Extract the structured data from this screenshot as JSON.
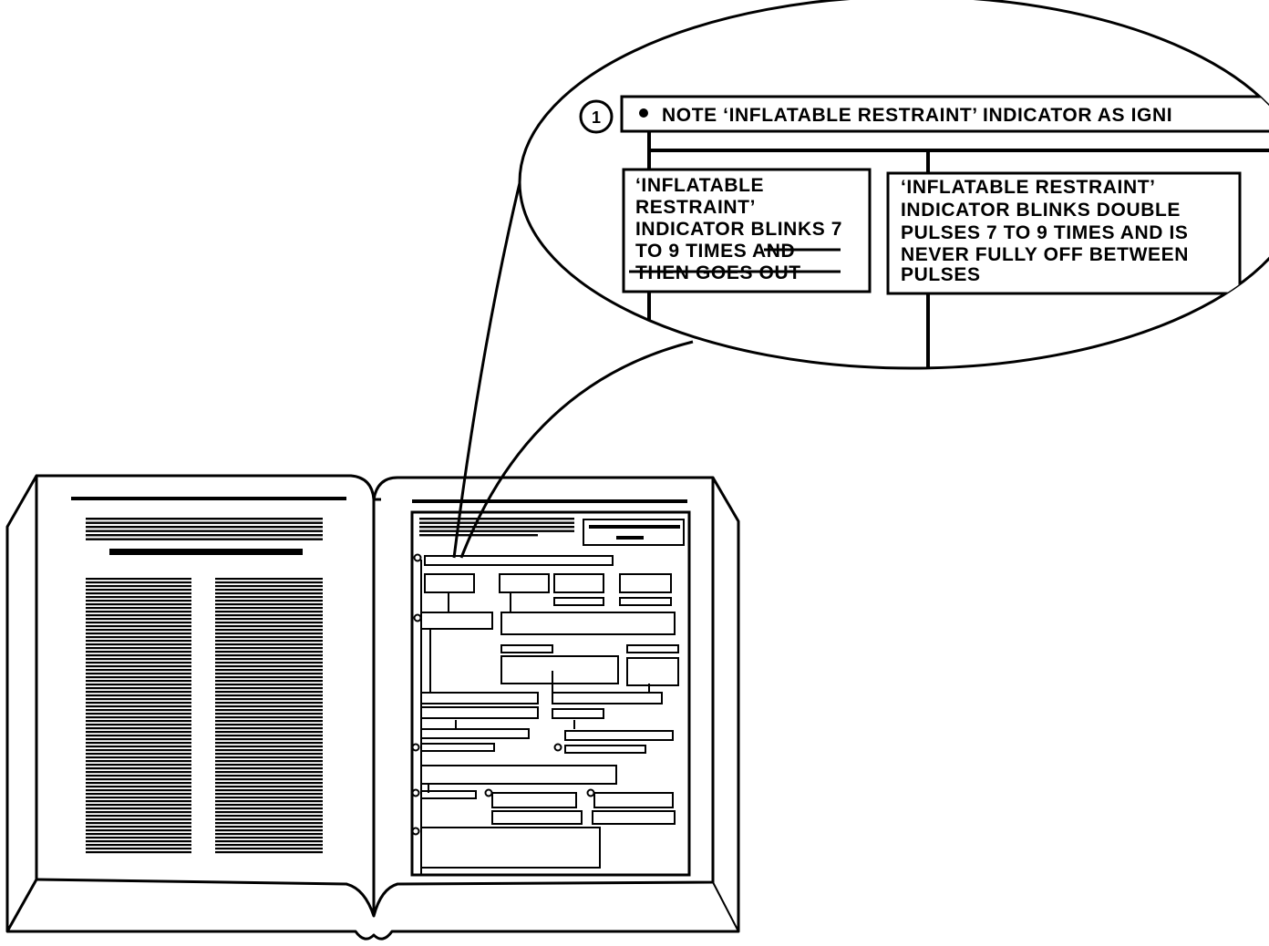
{
  "callout": {
    "step_number": "1",
    "step_text": "NOTE ‘INFLATABLE RESTRAINT’ INDICATOR AS IGNI",
    "left_box": {
      "lines": [
        "‘INFLATABLE",
        "RESTRAINT’",
        "INDICATOR BLINKS 7",
        "TO 9 TIMES "
      ],
      "struck_inline": "AND",
      "struck_line": "THEN GOES OUT"
    },
    "right_box": {
      "lines": [
        "‘INFLATABLE RESTRAINT’",
        "INDICATOR BLINKS DOUBLE",
        "PULSES 7 TO 9 TIMES AND IS",
        "NEVER FULLY OFF BETWEEN",
        "PULSES"
      ]
    }
  }
}
